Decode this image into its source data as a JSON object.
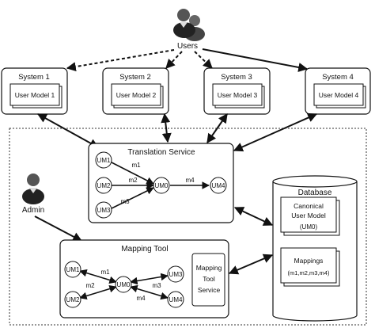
{
  "users": {
    "label": "Users"
  },
  "admin": {
    "label": "Admin"
  },
  "systems": [
    {
      "label": "System 1",
      "user_model": "User Model 1"
    },
    {
      "label": "System 2",
      "user_model": "User Model 2"
    },
    {
      "label": "System 3",
      "user_model": "User Model 3"
    },
    {
      "label": "System 4",
      "user_model": "User Model 4"
    }
  ],
  "translation_service": {
    "title": "Translation Service",
    "nodes": {
      "um1": "UM1",
      "um2": "UM2",
      "um3": "UM3",
      "um0": "UM0",
      "um4": "UM4"
    },
    "edges": {
      "m1": "m1",
      "m2": "m2",
      "m3": "m3",
      "m4": "m4"
    }
  },
  "mapping_tool": {
    "title": "Mapping Tool",
    "service_label": [
      "Mapping",
      "Tool",
      "Service"
    ],
    "nodes": {
      "um1": "UM1",
      "um2": "UM2",
      "um0": "UM0",
      "um3": "UM3",
      "um4": "UM4"
    },
    "edges": {
      "m1": "m1",
      "m2": "m2",
      "m3": "m3",
      "m4": "m4"
    }
  },
  "database": {
    "title": "Database",
    "canonical": [
      "Canonical",
      "User Model",
      "(UM0)"
    ],
    "mappings": [
      "Mappings",
      "(m1,m2,m3,m4)"
    ]
  }
}
